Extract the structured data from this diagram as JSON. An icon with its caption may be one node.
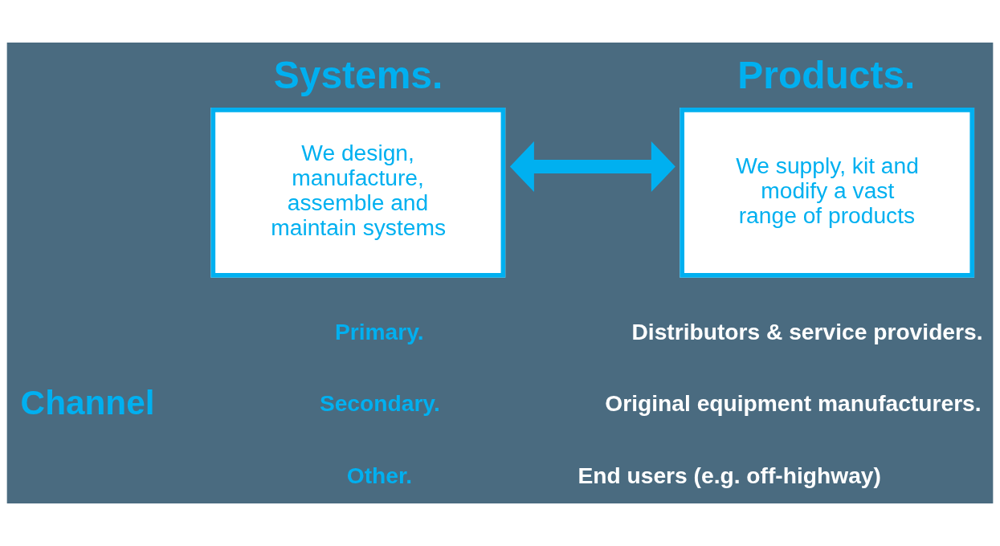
{
  "diagram": {
    "nodes": [
      {
        "text": [
          "Systems.",
          "We design, manufacture, assemble and maintain systems"
        ]
      },
      {
        "text": [
          "Products.",
          "We supply, kit and modify a vast range of products"
        ]
      }
    ],
    "edges": [
      {
        "from": 0,
        "to": 1,
        "arrow": "both"
      }
    ],
    "labels": [
      "Channel",
      "Primary.",
      "Distributors & service providers.",
      "Secondary.",
      "Original equipment manufacturers.",
      "Other.",
      "End users (e.g. off-highway)"
    ]
  }
}
